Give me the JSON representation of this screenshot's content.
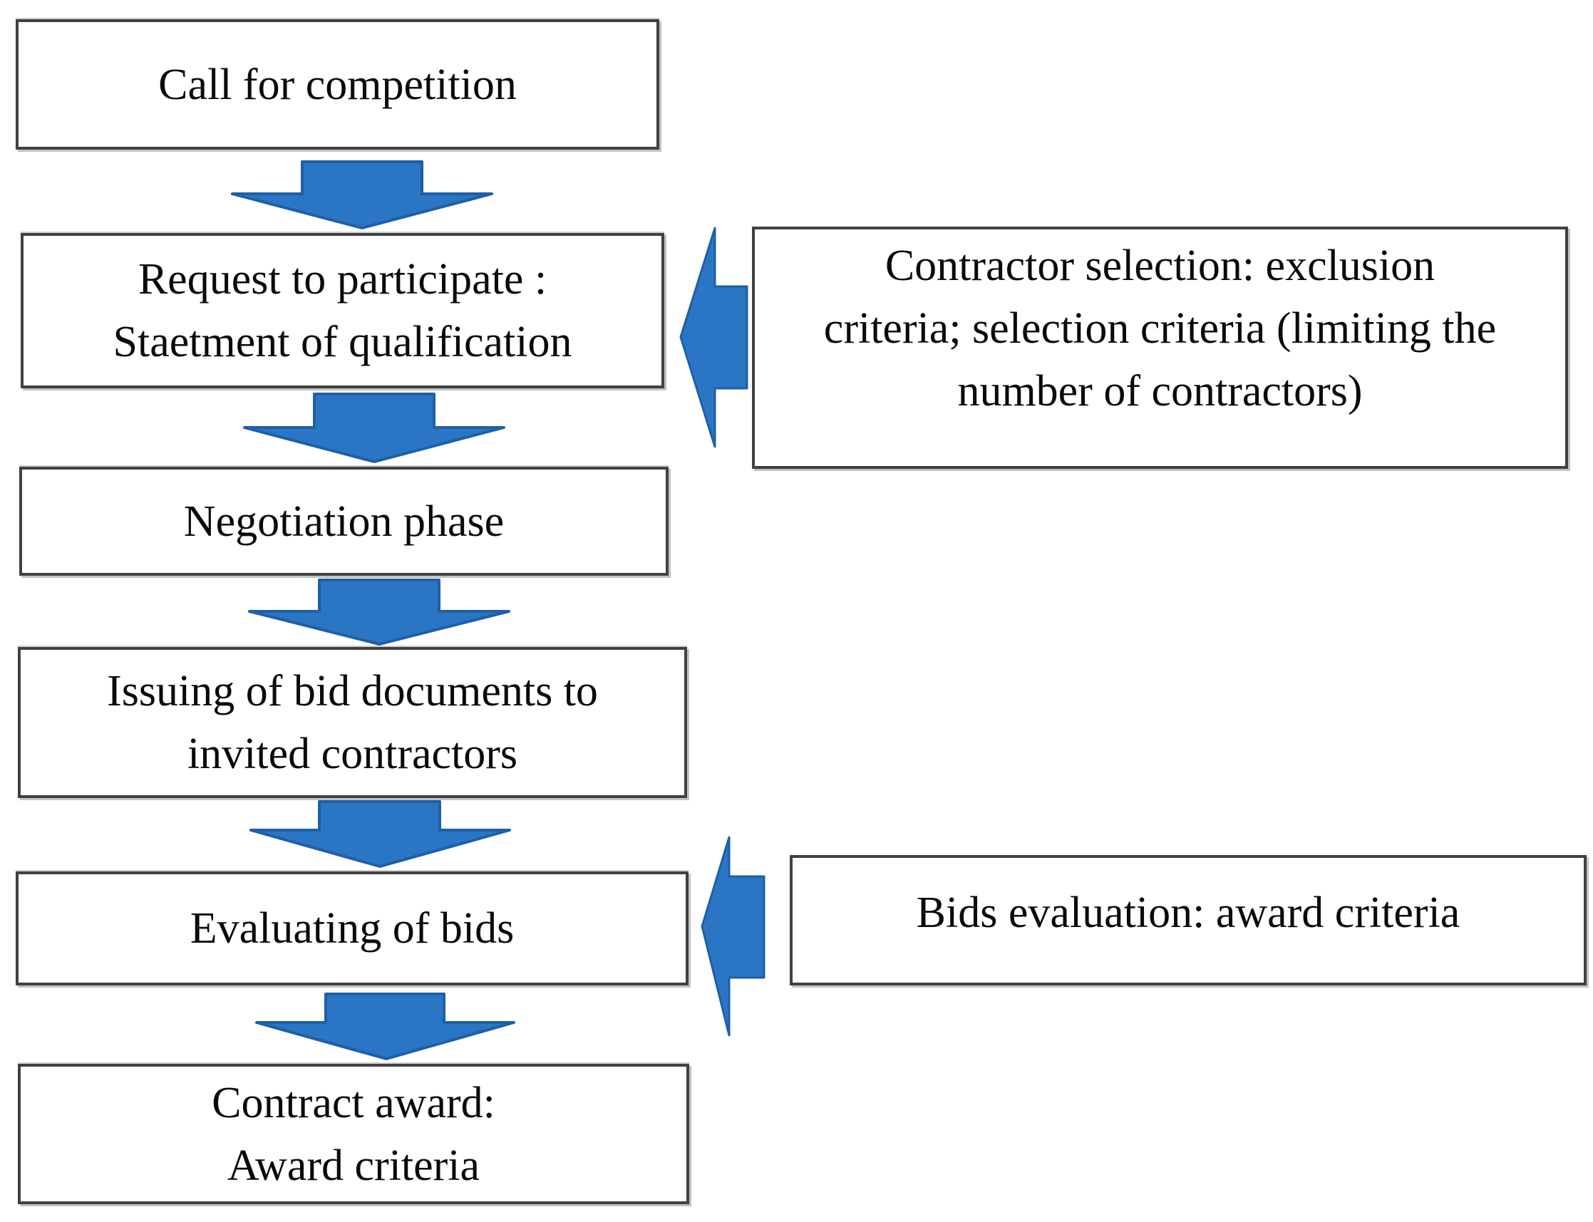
{
  "diagram": {
    "title_implicit": "",
    "colors": {
      "background": "#ffffff",
      "arrow_fill": "#2b76c4",
      "arrow_stroke": "#1e5fa8",
      "box_border": "#414141",
      "text": "#0a0a0a"
    },
    "process_steps": [
      {
        "label": "Call for competition",
        "lines": [
          "Call for competition"
        ]
      },
      {
        "label": "Request to participate : Staetment of qualification",
        "lines": [
          "Request to participate :",
          "Staetment of qualification"
        ]
      },
      {
        "label": "Negotiation phase",
        "lines": [
          "Negotiation phase"
        ]
      },
      {
        "label": "Issuing of bid documents to invited contractors",
        "lines": [
          "Issuing of bid documents to",
          "invited contractors"
        ]
      },
      {
        "label": "Evaluating of bids",
        "lines": [
          "Evaluating of bids"
        ]
      },
      {
        "label": "Contract award: Award criteria",
        "lines": [
          "Contract award:",
          "Award criteria"
        ]
      }
    ],
    "annotations": [
      {
        "label": "Contractor selection: exclusion criteria; selection criteria (limiting the number of contractors)",
        "lines": [
          "Contractor selection: exclusion",
          "criteria; selection criteria (limiting the",
          "number of contractors)"
        ],
        "points_to": "Request to participate : Staetment of qualification"
      },
      {
        "label": "Bids evaluation: award criteria",
        "lines": [
          "Bids evaluation: award criteria"
        ],
        "points_to": "Evaluating of bids"
      }
    ]
  }
}
